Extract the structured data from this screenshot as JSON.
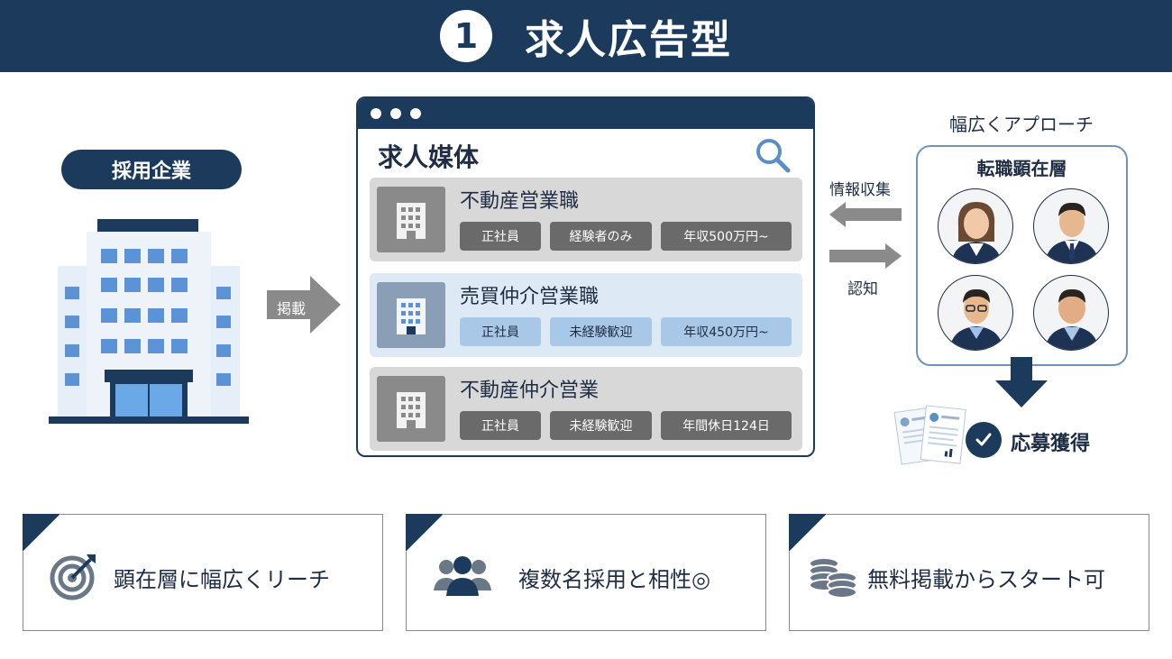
{
  "header": {
    "number": "1",
    "title": "求人広告型"
  },
  "company": {
    "label": "採用企業"
  },
  "post_arrow": {
    "label": "掲載"
  },
  "media": {
    "title": "求人媒体",
    "jobs": [
      {
        "title": "不動産営業職",
        "tags": [
          "正社員",
          "経験者のみ",
          "年収500万円~"
        ]
      },
      {
        "title": "売買仲介営業職",
        "tags": [
          "正社員",
          "未経験歓迎",
          "年収450万円~"
        ]
      },
      {
        "title": "不動産仲介営業",
        "tags": [
          "正社員",
          "未経験歓迎",
          "年間休日124日"
        ]
      }
    ]
  },
  "flows": {
    "info": "情報収集",
    "awareness": "認知"
  },
  "approach": {
    "label": "幅広くアプローチ",
    "title": "転職顕在層"
  },
  "result": {
    "label": "応募獲得"
  },
  "features": [
    {
      "icon": "target-icon",
      "text": "顕在層に幅広くリーチ"
    },
    {
      "icon": "people-icon",
      "text": "複数名採用と相性◎"
    },
    {
      "icon": "coins-icon",
      "text": "無料掲載からスタート可"
    }
  ],
  "colors": {
    "navy": "#1b3a5c",
    "light_blue": "#dde9f4",
    "tag_blue": "#a9c7e6",
    "gray": "#d8d8d8"
  }
}
